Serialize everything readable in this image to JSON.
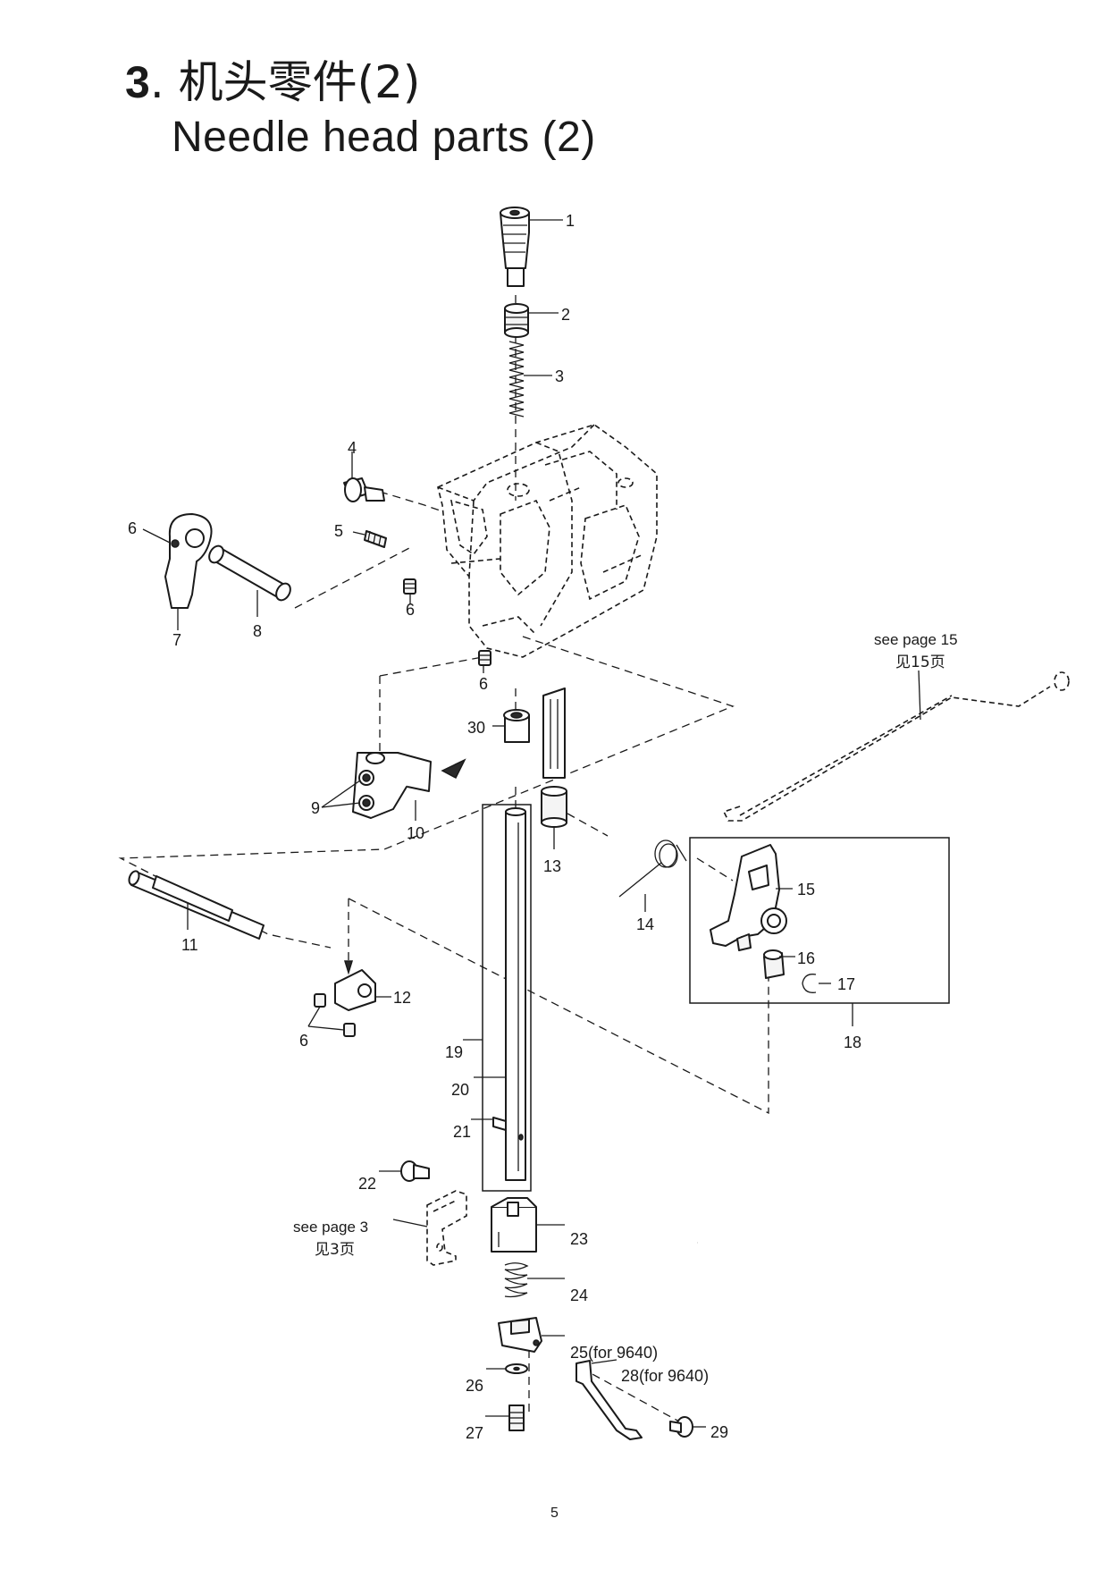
{
  "title": {
    "number": "3",
    "chinese": ". 机头零件(2)",
    "english": "Needle head parts (2)"
  },
  "labels": {
    "p1": "1",
    "p2": "2",
    "p3": "3",
    "p4": "4",
    "p5": "5",
    "p6a": "6",
    "p6b": "6",
    "p6c": "6",
    "p6d": "6",
    "p7": "7",
    "p8": "8",
    "p9": "9",
    "p10": "10",
    "p11": "11",
    "p12": "12",
    "p13": "13",
    "p14": "14",
    "p15": "15",
    "p16": "16",
    "p17": "17",
    "p18": "18",
    "p19": "19",
    "p20": "20",
    "p21": "21",
    "p22": "22",
    "p23": "23",
    "p24": "24",
    "p25": "25(for 9640)",
    "p26": "26",
    "p27": "27",
    "p28": "28(for 9640)",
    "p29": "29",
    "p30": "30"
  },
  "references": {
    "page15_en": "see page 15",
    "page15_cn": "见15页",
    "page3_en": "see page 3",
    "page3_cn": "见3页"
  },
  "page_number": "5"
}
